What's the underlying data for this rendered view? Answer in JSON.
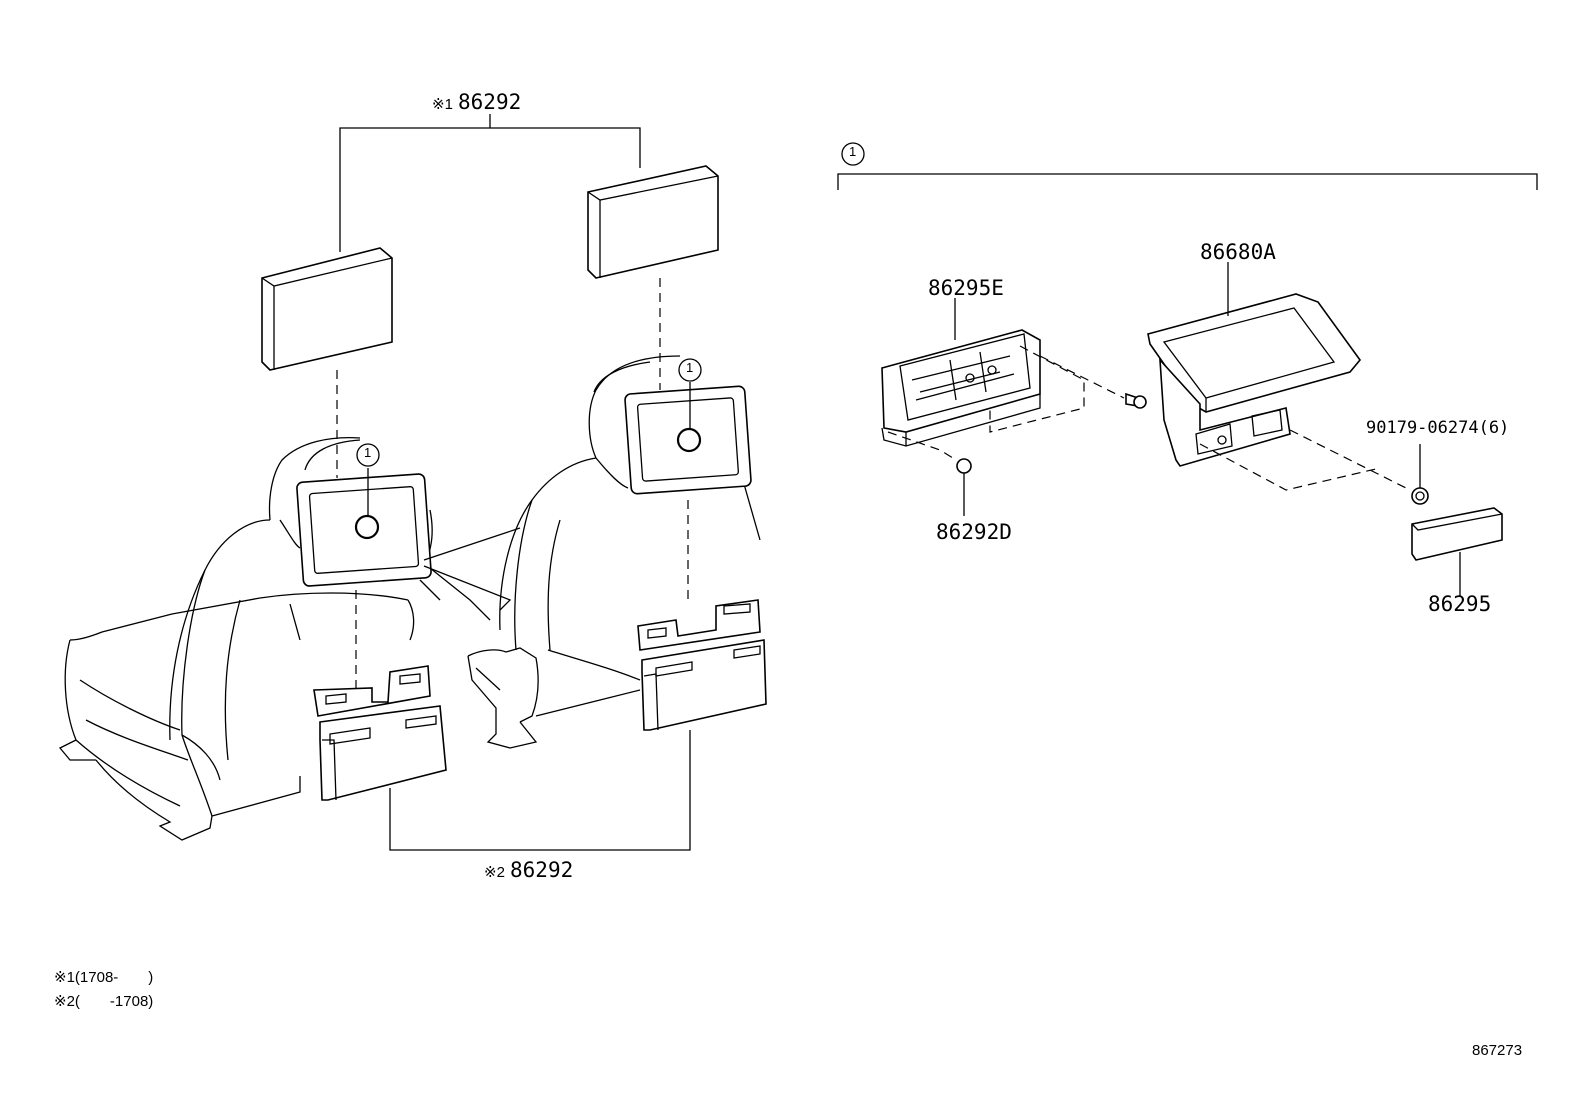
{
  "labels": {
    "top_group": {
      "mark": "※1",
      "part": "86292"
    },
    "bottom_group": {
      "mark": "※2",
      "part": "86292"
    },
    "ref_circle": "1",
    "p_86295E": "86295E",
    "p_86680A": "86680A",
    "p_86292D": "86292D",
    "p_90179": "90179-06274(6)",
    "p_86295": "86295"
  },
  "notes": [
    {
      "mark": "※1",
      "text": "(1708-　　)"
    },
    {
      "mark": "※2",
      "text": "(　　-1708)"
    }
  ],
  "diagram_code": "867273"
}
